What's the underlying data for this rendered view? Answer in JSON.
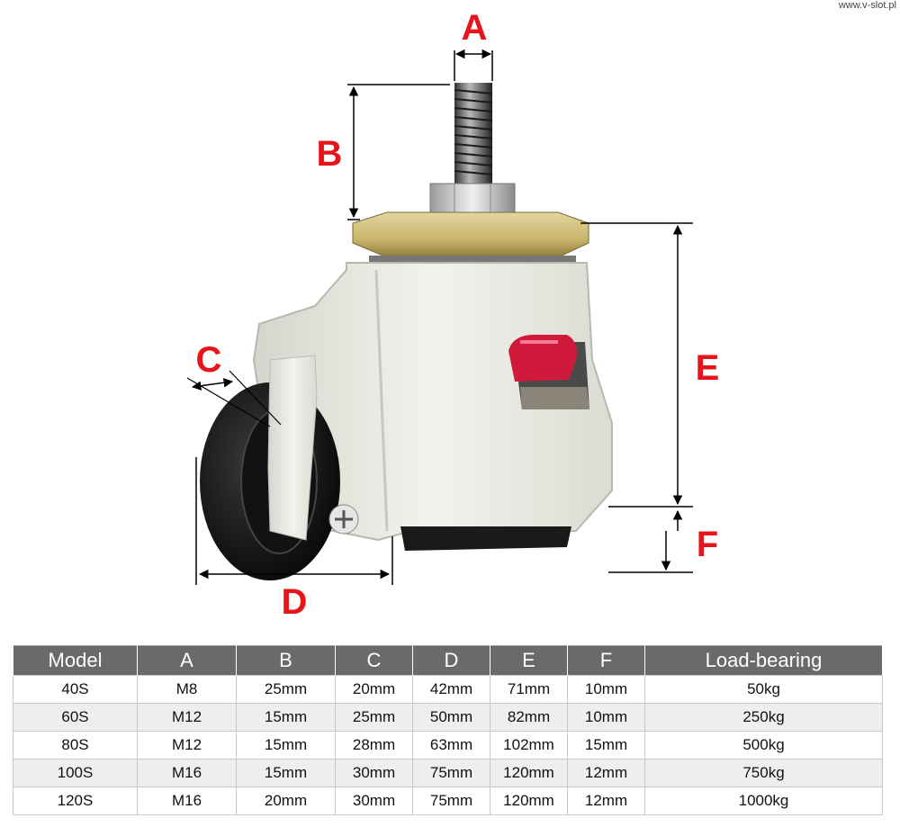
{
  "watermark": "www.v-slot.pl",
  "labels": {
    "a": "A",
    "b": "B",
    "c": "C",
    "d": "D",
    "e": "E",
    "f": "F"
  },
  "colors": {
    "label_red": "#e8141c",
    "header_gray": "#6a6a6a"
  },
  "table": {
    "columns": [
      "Model",
      "A",
      "B",
      "C",
      "D",
      "E",
      "F",
      "Load-bearing"
    ],
    "rows": [
      [
        "40S",
        "M8",
        "25mm",
        "20mm",
        "42mm",
        "71mm",
        "10mm",
        "50kg"
      ],
      [
        "60S",
        "M12",
        "15mm",
        "25mm",
        "50mm",
        "82mm",
        "10mm",
        "250kg"
      ],
      [
        "80S",
        "M12",
        "15mm",
        "28mm",
        "63mm",
        "102mm",
        "15mm",
        "500kg"
      ],
      [
        "100S",
        "M16",
        "15mm",
        "30mm",
        "75mm",
        "120mm",
        "12mm",
        "750kg"
      ],
      [
        "120S",
        "M16",
        "20mm",
        "30mm",
        "75mm",
        "120mm",
        "12mm",
        "1000kg"
      ]
    ]
  }
}
